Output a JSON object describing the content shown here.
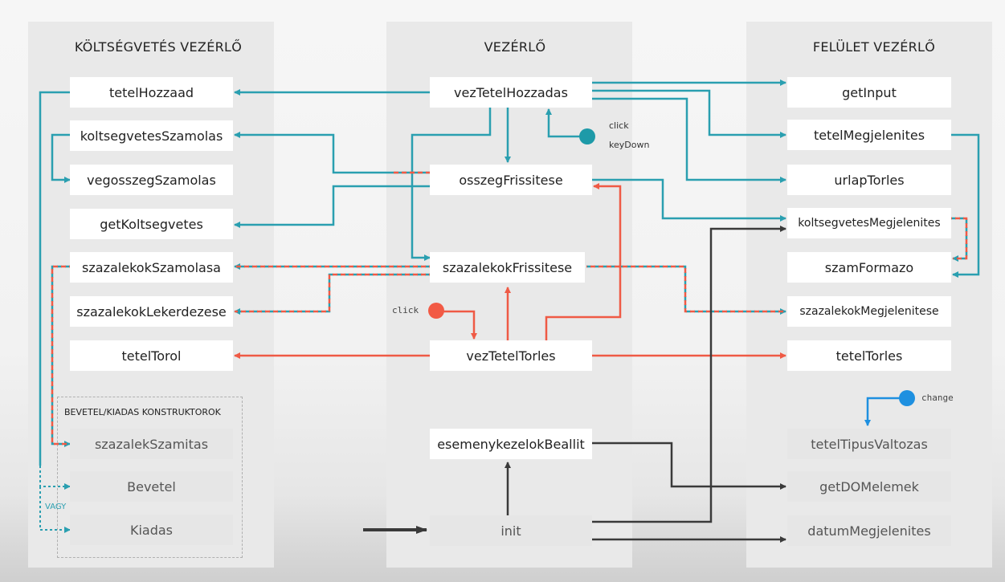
{
  "columns": {
    "budget": "KÖLTSÉGVETÉS VEZÉRLŐ",
    "controller": "VEZÉRLŐ",
    "ui": "FELÜLET VEZÉRLŐ"
  },
  "budget_nodes": {
    "tetelHozzaad": "tetelHozzaad",
    "koltsegvetesSzamolas": "koltsegvetesSzamolas",
    "vegosszegSzamolas": "vegosszegSzamolas",
    "getKoltsegvetes": "getKoltsegvetes",
    "szazalekokSzamolasa": "szazalekokSzamolasa",
    "szazalekokLekerdezese": "szazalekokLekerdezese",
    "tetelTorol": "tetelTorol"
  },
  "constructors": {
    "title": "BEVETEL/KIADAS KONSTRUKTOROK",
    "szazalekSzamitas": "szazalekSzamitas",
    "bevetel": "Bevetel",
    "kiadas": "Kiadas",
    "vagy": "VAGY"
  },
  "controller_nodes": {
    "vezTetelHozzadas": "vezTetelHozzadas",
    "osszegFrissitese": "osszegFrissitese",
    "szazalekokFrissitese": "szazalekokFrissitese",
    "vezTetelTorles": "vezTetelTorles",
    "esemenykezelokBeallit": "esemenykezelokBeallit",
    "init": "init"
  },
  "ui_nodes": {
    "getInput": "getInput",
    "tetelMegjelenites": "tetelMegjelenites",
    "urlapTorles": "urlapTorles",
    "koltsegvetesMegjelenites": "koltsegvetesMegjelenites",
    "szamFormazo": "szamFormazo",
    "szazalekokMegjelenitese": "szazalekokMegjelenitese",
    "tetelTorles": "tetelTorles",
    "tetelTipusValtozas": "tetelTipusValtozas",
    "getDOMelemek": "getDOMelemek",
    "datumMegjelenites": "datumMegjelenites"
  },
  "events": {
    "click_add": "click",
    "keydown": "keyDown",
    "click_delete": "click",
    "change": "change"
  },
  "colors": {
    "teal": "#2a9fb0",
    "red": "#ef5a45",
    "dark": "#3a3a3a",
    "blue": "#1e90e0"
  }
}
